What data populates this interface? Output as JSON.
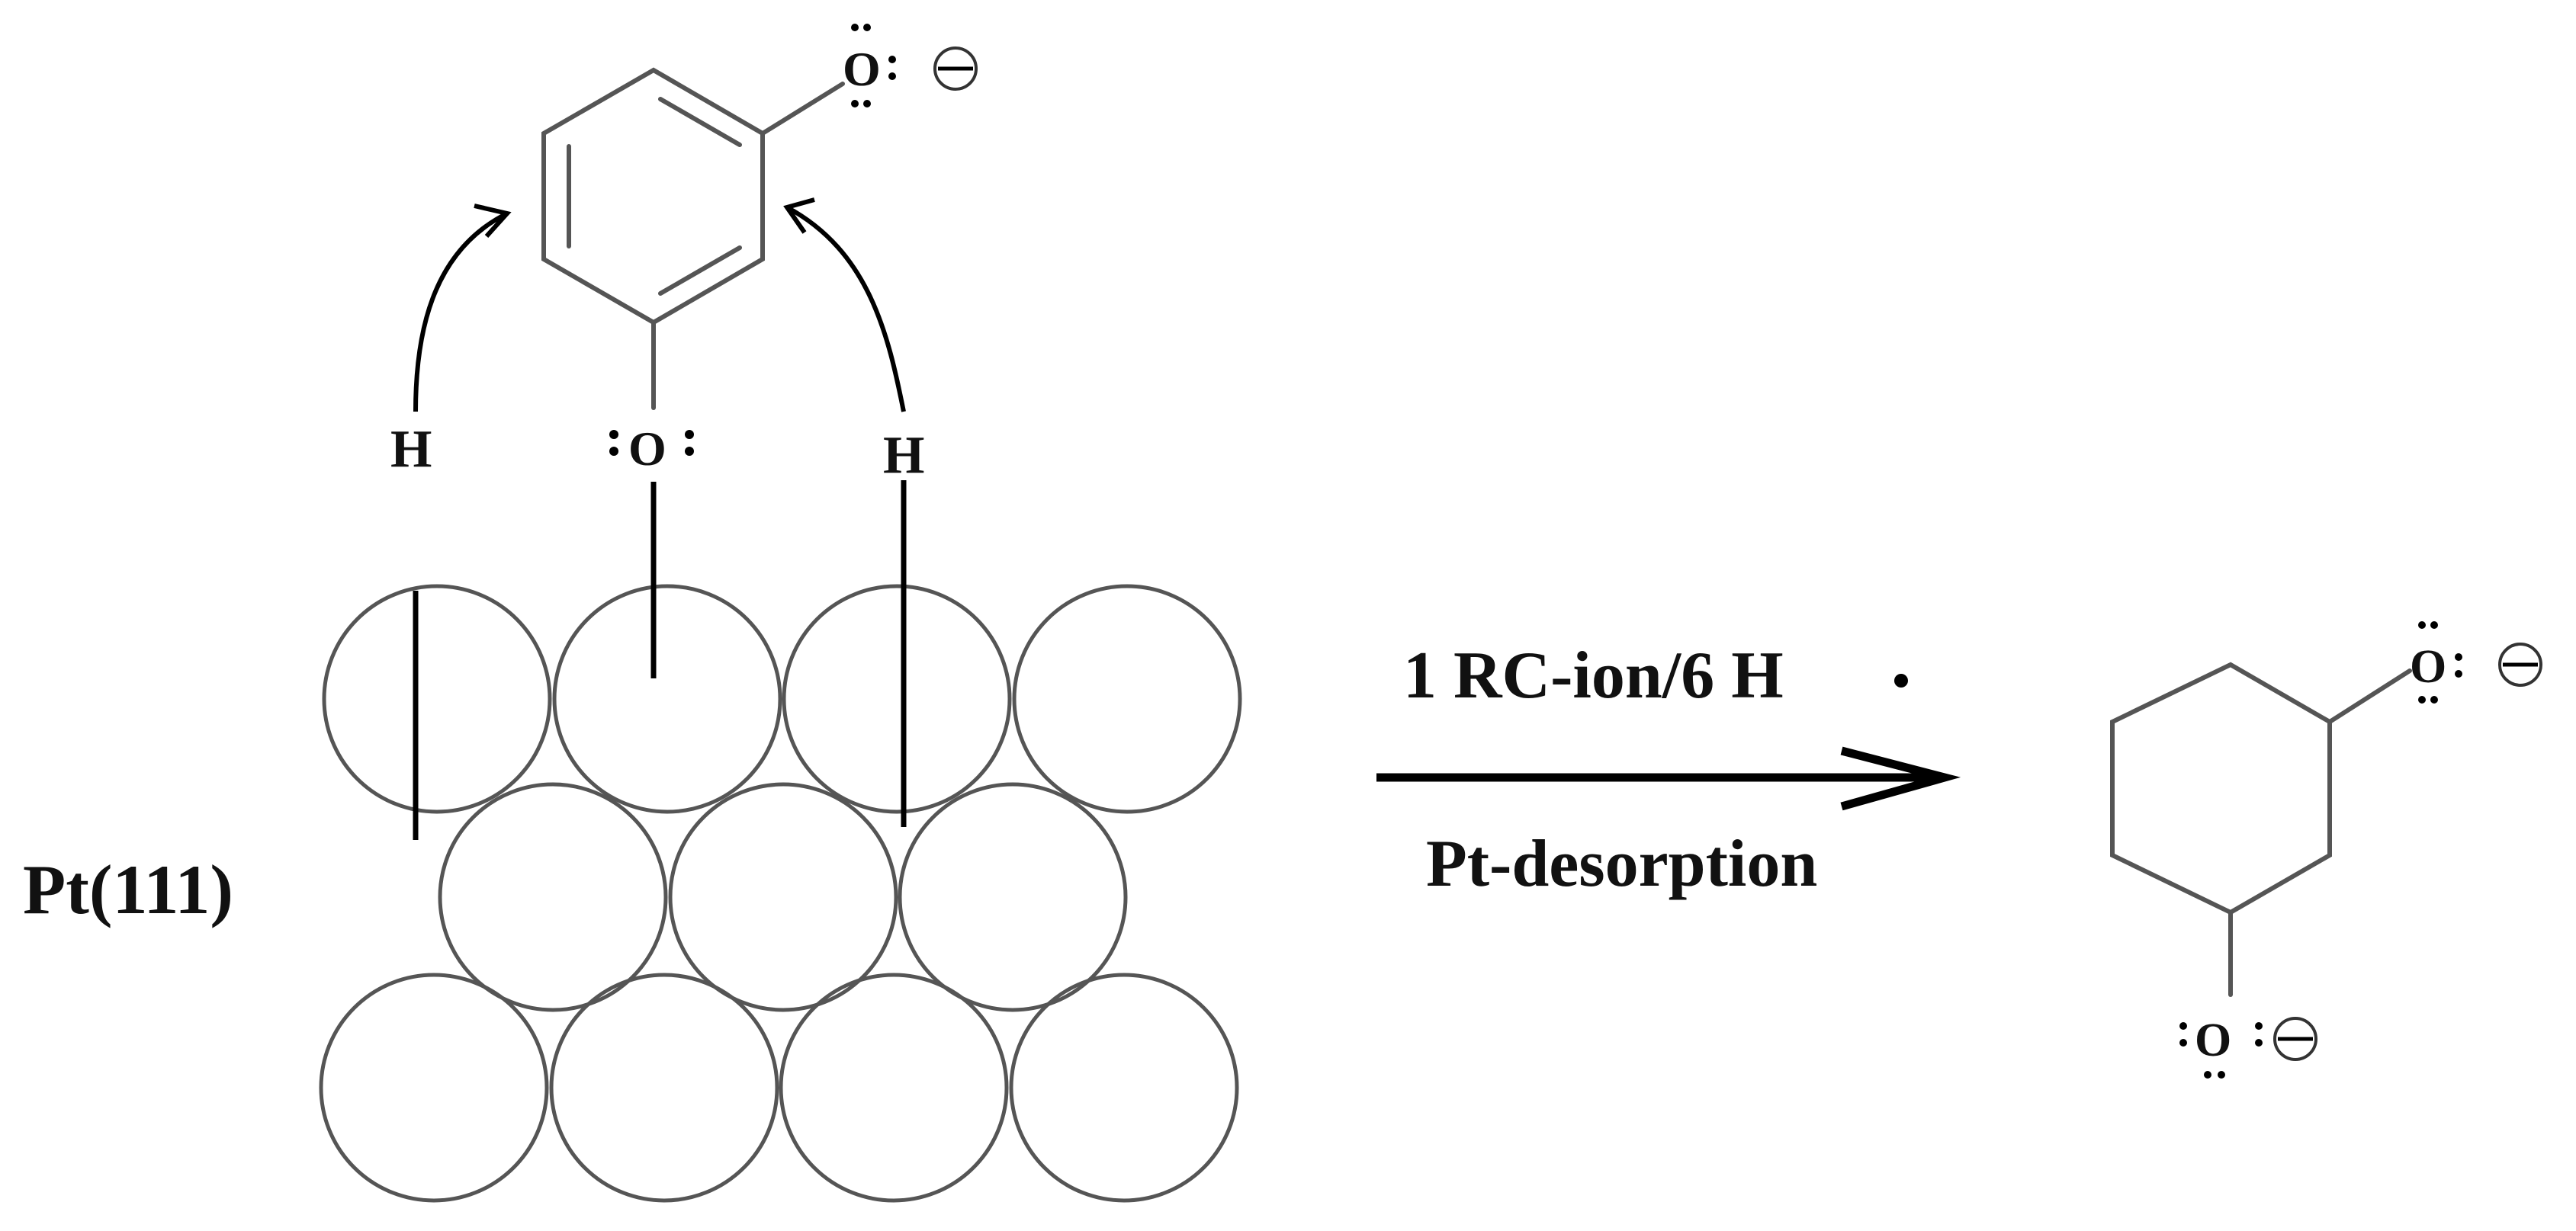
{
  "surface": {
    "label": "Pt(111)"
  },
  "adsorbate": {
    "left_hydrogen": "H",
    "right_hydrogen": "H",
    "surface_oxygen": "O",
    "top_oxygen": "O"
  },
  "reaction": {
    "conditions_above": "1 RC-ion/6 H",
    "conditions_below": "Pt-desorption"
  },
  "product": {
    "top_oxygen": "O",
    "bottom_oxygen": "O"
  }
}
